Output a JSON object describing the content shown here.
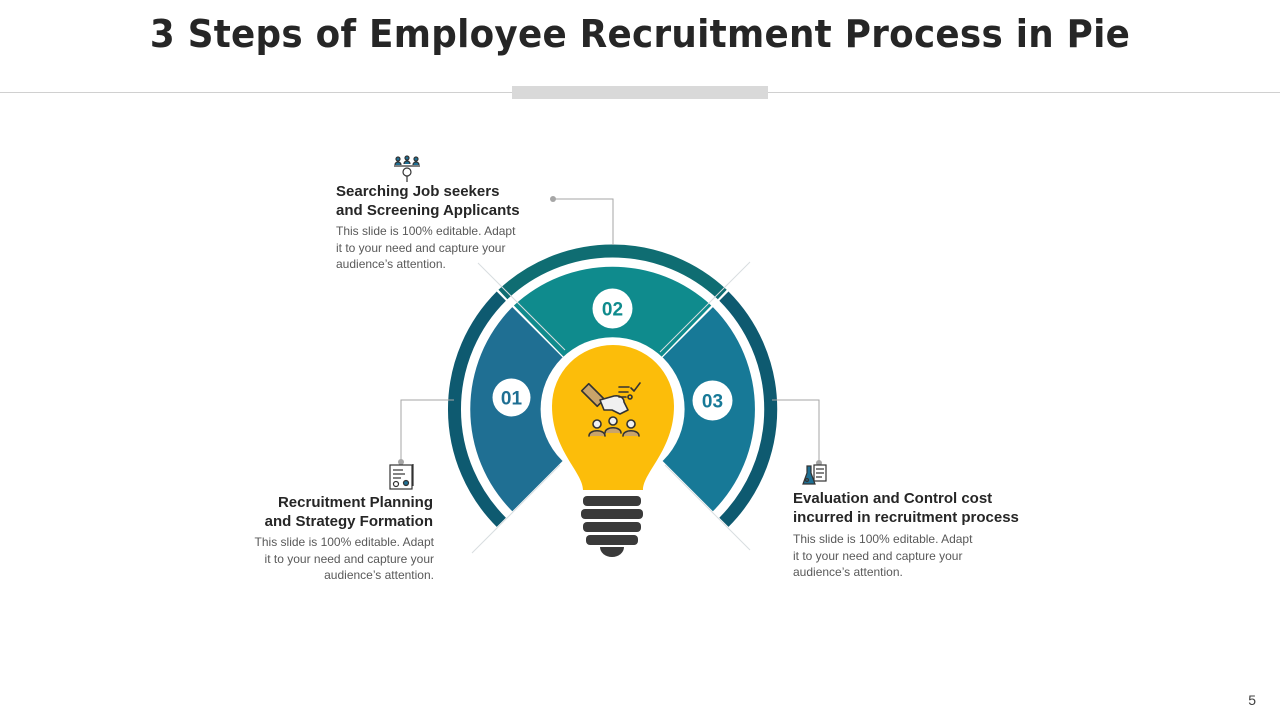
{
  "slide": {
    "title": "3 Steps of Employee Recruitment Process in Pie",
    "page_number": "5"
  },
  "steps": [
    {
      "number": "01",
      "title_line1": "Recruitment Planning",
      "title_line2": "and Strategy Formation",
      "desc_line1": "This slide is 100% editable. Adapt",
      "desc_line2": "it to your need and capture your",
      "desc_line3": "audience’s attention.",
      "icon": "planning-document-icon"
    },
    {
      "number": "02",
      "title_line1": "Searching Job seekers",
      "title_line2": "and Screening Applicants",
      "desc_line1": "This slide is 100% editable. Adapt",
      "desc_line2": "it to your need and capture your",
      "desc_line3": "audience’s attention.",
      "icon": "search-people-icon"
    },
    {
      "number": "03",
      "title_line1": "Evaluation and Control cost",
      "title_line2": "incurred in recruitment process",
      "desc_line1": "This slide is 100% editable. Adapt",
      "desc_line2": "it to your need and capture your",
      "desc_line3": "audience’s attention.",
      "icon": "evaluation-lab-icon"
    }
  ],
  "center_icon": "hand-picking-candidate-icon",
  "colors": {
    "outer_arc_dark": "#0e5a70",
    "outer_arc_top": "#0f6d72",
    "segment_01": "#1f6f93",
    "segment_02": "#0f8b8d",
    "segment_03": "#177997",
    "bulb": "#fcbd0a",
    "bulb_base": "#3a3a3a"
  }
}
